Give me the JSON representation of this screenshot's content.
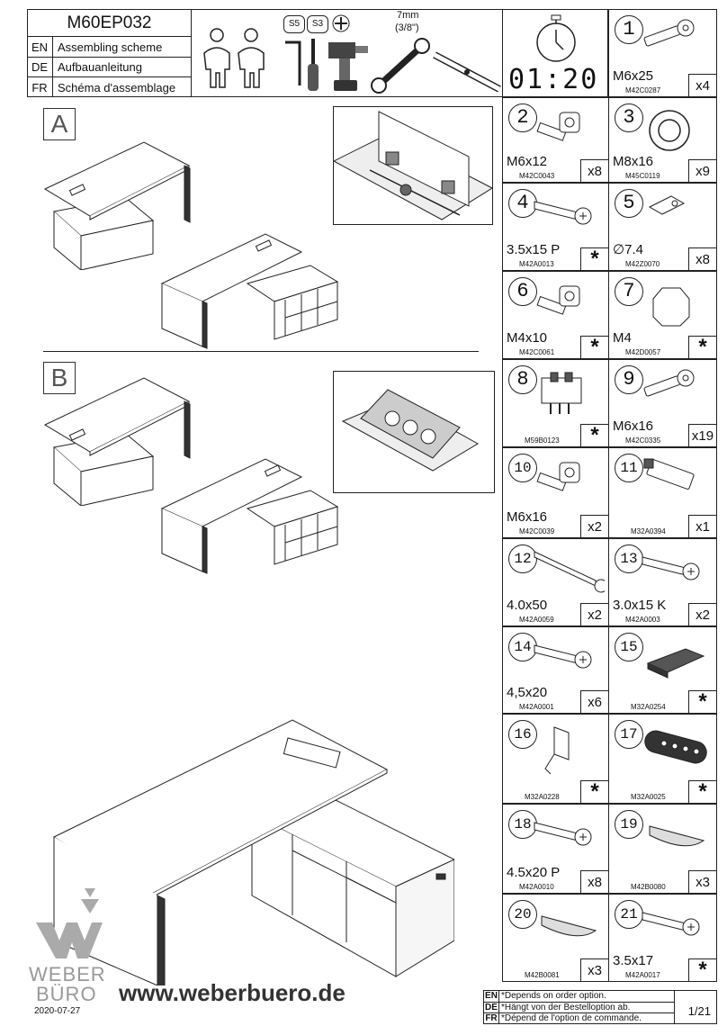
{
  "header": {
    "model": "M60EP032",
    "languages": [
      {
        "code": "EN",
        "text": "Assembling scheme"
      },
      {
        "code": "DE",
        "text": "Aufbauanleitung"
      },
      {
        "code": "FR",
        "text": "Schéma d'assemblage"
      }
    ],
    "tools": {
      "s5": "S5",
      "s3": "S3",
      "wrench_size": "7mm",
      "wrench_size_in": "(3/8\")"
    },
    "timer": "01:20"
  },
  "variants": {
    "a": "A",
    "b": "B"
  },
  "parts": [
    {
      "n": "1",
      "spec": "M6x25",
      "code": "M42C0287",
      "qty": "x4"
    },
    {
      "n": "2",
      "spec": "M6x12",
      "code": "M42C0043",
      "qty": "x8"
    },
    {
      "n": "3",
      "spec": "M8x16",
      "code": "M45C0119",
      "qty": "x9"
    },
    {
      "n": "4",
      "spec": "3.5x15 P",
      "code": "M42A0013",
      "qty": "*"
    },
    {
      "n": "5",
      "spec": "∅7.4",
      "code": "M42Z0070",
      "qty": "x8"
    },
    {
      "n": "6",
      "spec": "M4x10",
      "code": "M42C0061",
      "qty": "*"
    },
    {
      "n": "7",
      "spec": "M4",
      "code": "M42D0057",
      "qty": "*"
    },
    {
      "n": "8",
      "spec": "",
      "code": "M59B0123",
      "qty": "*"
    },
    {
      "n": "9",
      "spec": "M6x16",
      "code": "M42C0335",
      "qty": "x19"
    },
    {
      "n": "10",
      "spec": "M6x16",
      "code": "M42C0039",
      "qty": "x2"
    },
    {
      "n": "11",
      "spec": "",
      "code": "M32A0394",
      "qty": "x1"
    },
    {
      "n": "12",
      "spec": "4.0x50",
      "code": "M42A0059",
      "qty": "x2"
    },
    {
      "n": "13",
      "spec": "3.0x15 K",
      "code": "M42A0003",
      "qty": "x2"
    },
    {
      "n": "14",
      "spec": "4,5x20",
      "code": "M42A0001",
      "qty": "x6"
    },
    {
      "n": "15",
      "spec": "",
      "code": "M32A0254",
      "qty": "*"
    },
    {
      "n": "16",
      "spec": "",
      "code": "M32A0228",
      "qty": "*"
    },
    {
      "n": "17",
      "spec": "",
      "code": "M32A0025",
      "qty": "*"
    },
    {
      "n": "18",
      "spec": "4.5x20 P",
      "code": "M42A0010",
      "qty": "x8"
    },
    {
      "n": "19",
      "spec": "",
      "code": "M42B0080",
      "qty": "x3"
    },
    {
      "n": "20",
      "spec": "",
      "code": "M42B0081",
      "qty": "x3"
    },
    {
      "n": "21",
      "spec": "3.5x17",
      "code": "M42A0017",
      "qty": "*"
    }
  ],
  "footer": {
    "brand_top": "WEBER",
    "brand_bottom": "BÜRO",
    "url": "www.weberbuero.de",
    "date": "2020-07-27",
    "notes": [
      {
        "code": "EN",
        "text": "*Depends on order option."
      },
      {
        "code": "DE",
        "text": "*Hängt von der Bestelloption ab."
      },
      {
        "code": "FR",
        "text": "*Dépend de l'option de commande."
      }
    ],
    "page": "1/21"
  }
}
